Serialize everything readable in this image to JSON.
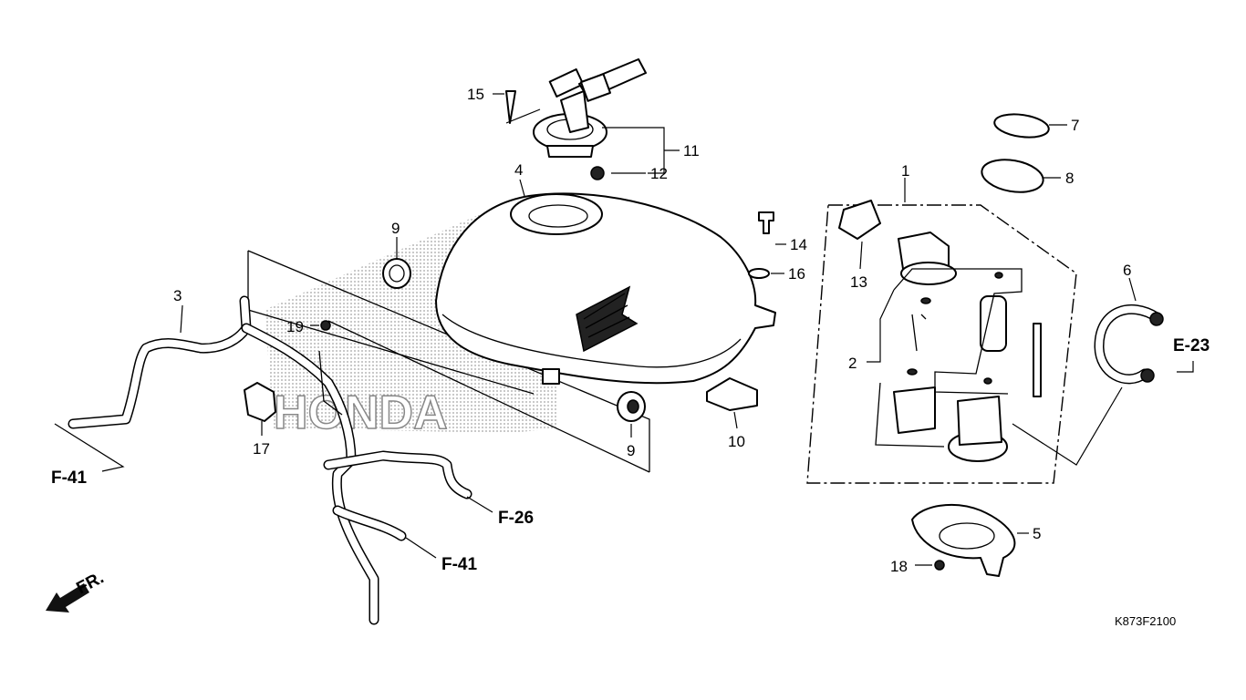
{
  "diagram": {
    "code": "K873F2100",
    "direction_label": "FR.",
    "references": [
      "F-41",
      "F-26",
      "F-41",
      "E-23"
    ],
    "brand_watermark": "HONDA",
    "callouts": [
      "1",
      "2",
      "3",
      "4",
      "5",
      "6",
      "7",
      "8",
      "9",
      "9",
      "10",
      "11",
      "12",
      "13",
      "14",
      "15",
      "16",
      "17",
      "18",
      "19"
    ]
  }
}
